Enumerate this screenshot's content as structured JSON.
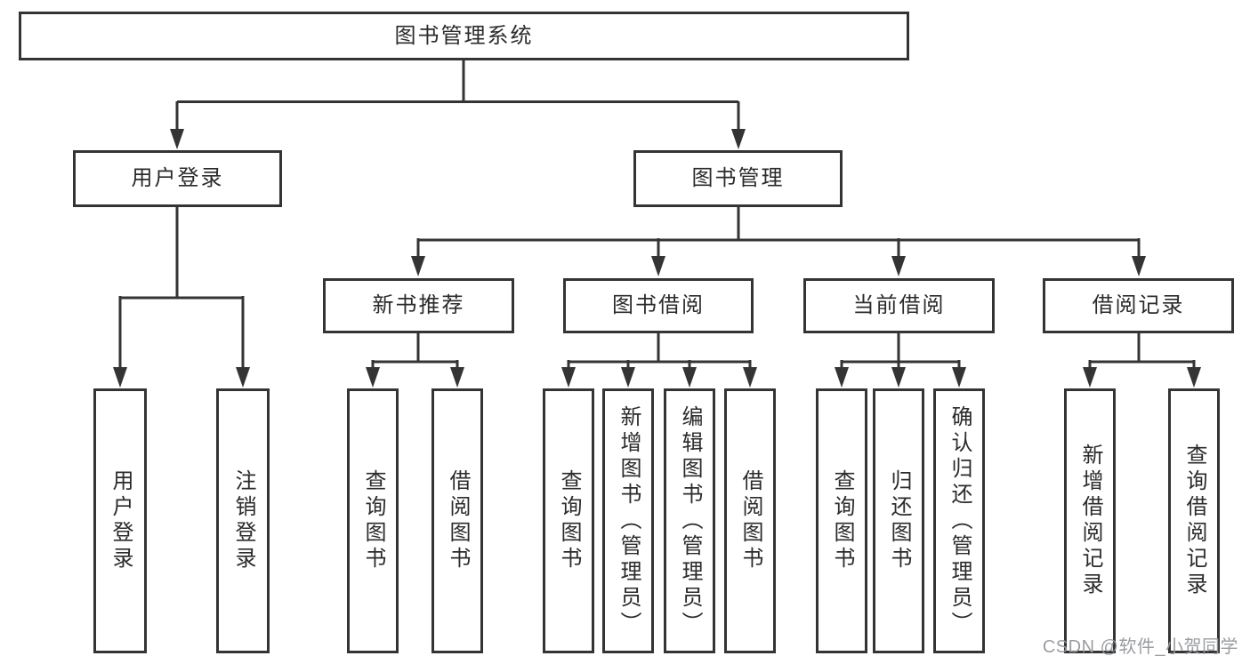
{
  "diagram": {
    "root": "图书管理系统",
    "level2": [
      "用户登录",
      "图书管理"
    ],
    "level3": [
      "新书推荐",
      "图书借阅",
      "当前借阅",
      "借阅记录"
    ],
    "leaves_user": [
      "用户登录",
      "注销登录"
    ],
    "leaves_recommend": [
      "查询图书",
      "借阅图书"
    ],
    "leaves_borrow": [
      "查询图书",
      "新增图书（管理员）",
      "编辑图书（管理员）",
      "借阅图书"
    ],
    "leaves_current": [
      "查询图书",
      "归还图书",
      "确认归还（管理员）"
    ],
    "leaves_records": [
      "新增借阅记录",
      "查询借阅记录"
    ]
  },
  "watermark": "CSDN @软件_小贺同学",
  "colors": {
    "line": "#343434",
    "text": "#2b2b2b",
    "background": "#ffffff",
    "watermark": "#96989c"
  }
}
